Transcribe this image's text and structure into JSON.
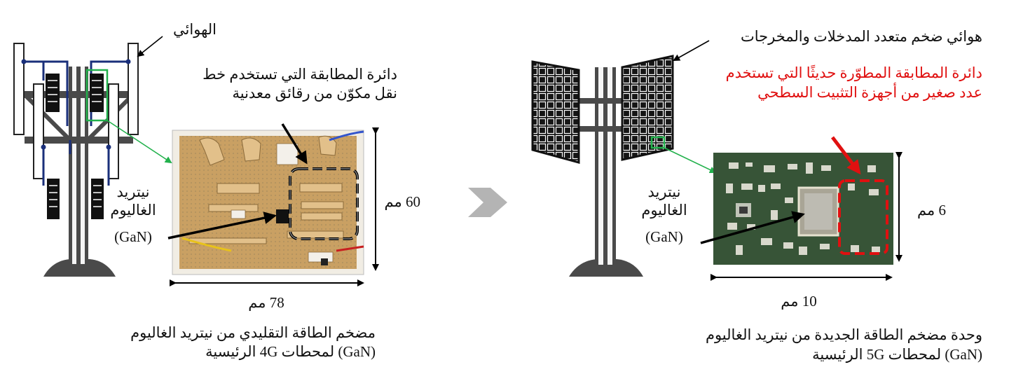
{
  "left": {
    "antenna_label": "الهوائي",
    "matching_label_line1": "دائرة المطابقة التي تستخدم خط",
    "matching_label_line2": "نقل مكوّن من رقائق معدنية",
    "gan_line1": "نيتريد",
    "gan_line2": "الغاليوم",
    "gan_line3": "(GaN)",
    "height_label": "60 مم",
    "width_label": "78 مم",
    "caption_line1": "مضخم الطاقة التقليدي من نيتريد الغاليوم",
    "caption_line2": "(GaN) لمحطات 4G الرئيسية"
  },
  "right": {
    "antenna_label": "هوائي ضخم متعدد المدخلات والمخرجات",
    "matching_label_line1": "دائرة المطابقة المطوّرة حديثًا التي تستخدم",
    "matching_label_line2": "عدد صغير من أجهزة التثبيت السطحي",
    "gan_line1": "نيتريد",
    "gan_line2": "الغاليوم",
    "gan_line3": "(GaN)",
    "height_label": "6 مم",
    "width_label": "10 مم",
    "caption_line1": "وحدة مضخم الطاقة الجديدة من نيتريد الغاليوم",
    "caption_line2": "(GaN) لمحطات 5G الرئيسية"
  },
  "colors": {
    "highlight_red": "#e01010",
    "callout_green": "#22b14c",
    "arrow_gray": "#b4b4b4",
    "pcb_gold": "#c9a063",
    "module_green": "#3c5a3c"
  }
}
